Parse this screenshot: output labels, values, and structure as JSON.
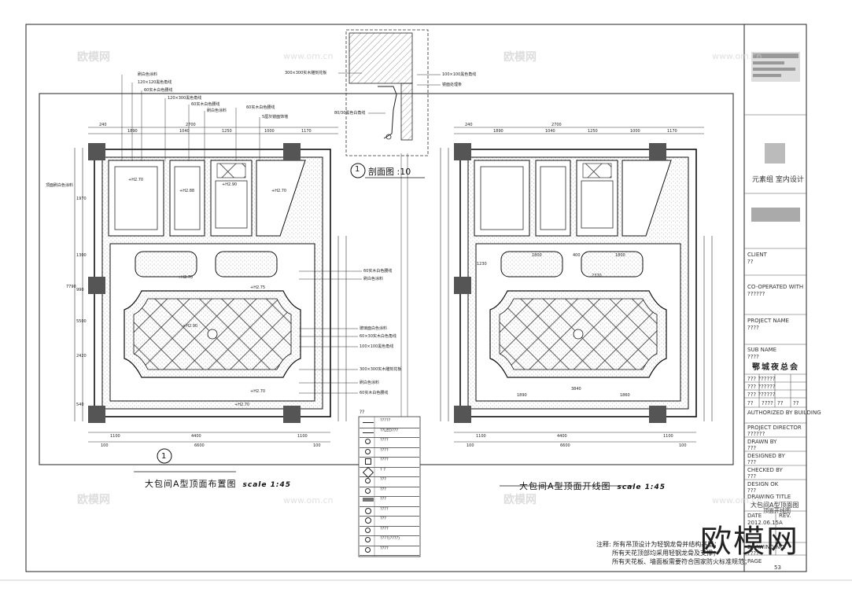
{
  "drawing_left": {
    "title": "大包间A型顶面布置图",
    "scale": "scale 1:45",
    "marker_number": "1",
    "annotations_top": [
      "刷白色涂料",
      "120×120黑色角线",
      "60实木白色腰线",
      "120×300黑色角线",
      "60实木白色腰线",
      "刷白色涂料",
      "60实木白色腰线",
      "5厘灰镜面饰墙"
    ],
    "annotations_right": [
      "60实木白色腰线",
      "刷白色涂料",
      "玻璃面白色涂料",
      "60×30实木白色角线",
      "100×100黑色角线",
      "300×300实木雕刻花板",
      "刷白色涂料",
      "60实木白色腰线"
    ],
    "annotation_left": "顶面刷白色涂料",
    "dims_top": [
      "240",
      "1890",
      "2700",
      "1040",
      "1250",
      "1000",
      "1170"
    ],
    "dims_bottom": [
      "1100",
      "4400",
      "1100",
      "6600",
      "100",
      "100"
    ],
    "dims_left": [
      "7790",
      "5500",
      "1970",
      "1300",
      "990",
      "2420",
      "540"
    ],
    "level_labels": [
      "+H2.70",
      "+H2.88",
      "+H2.90",
      "+H2.70",
      "+H2.70",
      "+H2.90",
      "+H2.75",
      "+H2.70",
      "+H2.70"
    ]
  },
  "drawing_right": {
    "title": "大包间A型顶面开线图",
    "scale": "scale 1:45",
    "dims_top": [
      "240",
      "1890",
      "2700",
      "1040",
      "1250",
      "1000",
      "1170"
    ],
    "dims_bottom": [
      "1100",
      "4400",
      "1100",
      "6600",
      "100",
      "100"
    ],
    "dims_inner": [
      "1230",
      "1800",
      "400",
      "1800",
      "2370",
      "3840",
      "1860",
      "1890"
    ]
  },
  "section": {
    "label": "剖面图",
    "marker": "1",
    "scale": ":10",
    "annotations": [
      "100×100黑色角线",
      "300×300实木雕刻花板",
      "镜面处理条",
      "80/30黑色白角线"
    ]
  },
  "legend": {
    "header": "??",
    "items": [
      "?????",
      "??LED???",
      "????",
      "????",
      "????",
      "? ?",
      "???",
      "???",
      "???",
      "????",
      "???",
      "????",
      "????(????)",
      "????"
    ]
  },
  "title_block": {
    "company": "元素组 室内设计",
    "client_label": "CLIENT",
    "client_value": "??",
    "coop_label": "CO-OPERATED WITH",
    "coop_value": "??????",
    "project_label": "PROJECT NAME",
    "project_value": "????",
    "subname_label": "SUB NAME",
    "subname_value": "????",
    "project_name": "鄂城夜总会",
    "rows": [
      "???  ??????",
      "???  ??????",
      "???  ??????"
    ],
    "status": [
      "??",
      "????",
      "??",
      "??"
    ],
    "auth_label": "AUTHORIZED BY BUILDING",
    "project_director": "PROJECT DIRECTOR",
    "project_director_v": "??????",
    "drawn_by": "DRAWN BY",
    "drawn_by_v": "???",
    "designed_by": "DESIGNED BY",
    "designed_by_v": "???",
    "checked_by": "CHECKED BY",
    "checked_by_v": "???",
    "design_ok": "DESIGN OK",
    "design_ok_v": "???",
    "drawing_title_label": "DRAWING TITLE",
    "drawing_title_v1": "大包间A型顶面图",
    "drawing_title_v2": "顶面开线图",
    "date_label": "DATE",
    "date_v": "2012.06.15",
    "dwgno_label": "DRAWING NO.",
    "dwgno_v": "????",
    "page_label": "PAGE",
    "page_v": "53",
    "rev_label": "REV.",
    "rev_v": "A"
  },
  "notes": [
    "注释: 所有吊顶设计为轻钢龙骨并结构基层；",
    "所有天花顶部均采用轻钢龙骨及支撑；",
    "所有天花板、墙面板需要符合国家防火标准规范；"
  ],
  "watermarks": {
    "logo": "欧模网",
    "url": "www.om.cn",
    "big": "欧模网"
  }
}
